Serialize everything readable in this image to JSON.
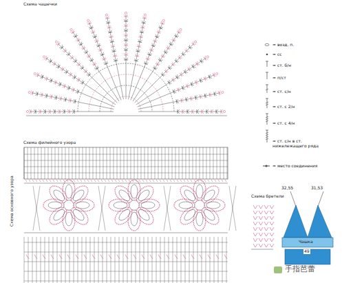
{
  "diagram": {
    "labels": [
      "Схема чашечки",
      "Схема филейного узора",
      "Схема основного узора",
      "Схема бретели",
      "32,55",
      "31,53",
      "Чашка",
      "49",
      "手指芭蕾"
    ],
    "legend": [
      {
        "text": "= возд. п."
      },
      {
        "text": "= сс"
      },
      {
        "text": "= ст. б/н"
      },
      {
        "text": "= п/ст"
      },
      {
        "text": "= ст. с/н"
      },
      {
        "text": "= ст. с 2/н"
      },
      {
        "text": "= ст. с 4/н"
      },
      {
        "text": "= ст. с/н в ст. нижележащего ряда"
      },
      {
        "text": "= место соединения"
      }
    ]
  }
}
